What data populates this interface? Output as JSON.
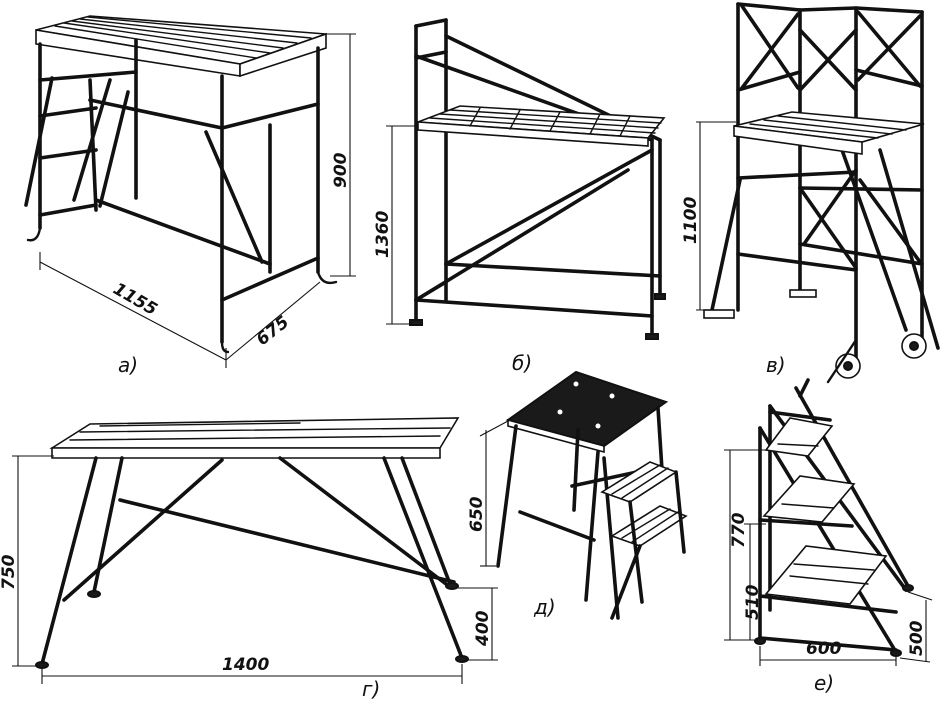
{
  "figure": {
    "panels": [
      {
        "id": "a",
        "label": "а)",
        "dimensions": [
          "1155",
          "675",
          "900"
        ]
      },
      {
        "id": "b",
        "label": "б)",
        "dimensions": [
          "1360"
        ]
      },
      {
        "id": "v",
        "label": "в)",
        "dimensions": [
          "1100"
        ]
      },
      {
        "id": "g",
        "label": "г)",
        "dimensions": [
          "750",
          "1400",
          "400"
        ]
      },
      {
        "id": "d",
        "label": "д)",
        "dimensions": [
          "650"
        ]
      },
      {
        "id": "e",
        "label": "е)",
        "dimensions": [
          "770",
          "510",
          "600",
          "500"
        ]
      }
    ]
  }
}
